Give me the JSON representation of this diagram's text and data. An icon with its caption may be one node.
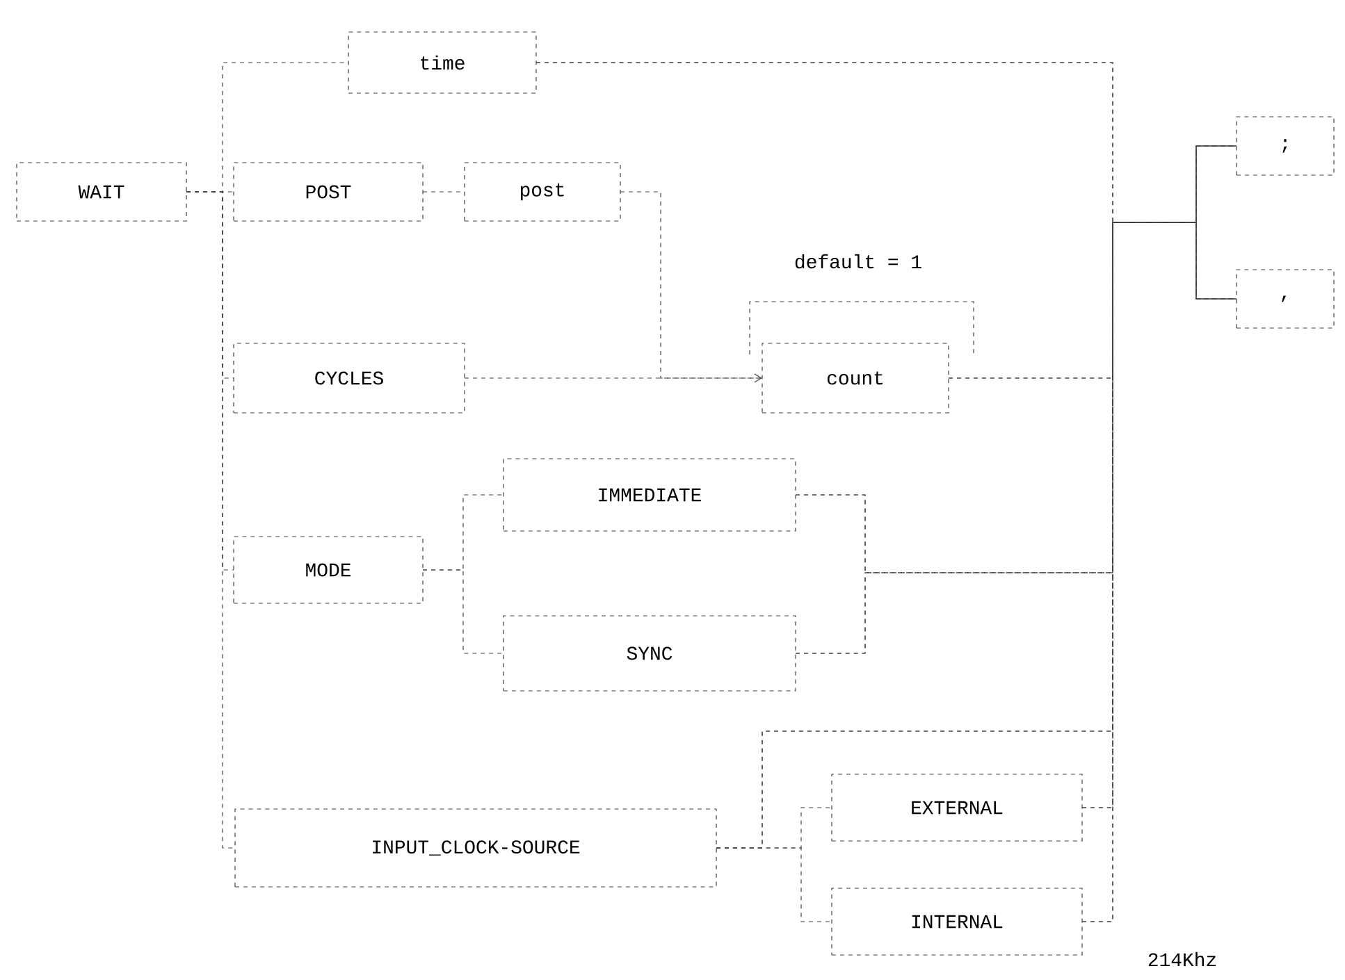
{
  "diagram": {
    "nodes": [
      {
        "text": [
          "WAIT"
        ]
      },
      {
        "text": [
          "time"
        ]
      },
      {
        "text": [
          "POST"
        ]
      },
      {
        "text": [
          "post"
        ]
      },
      {
        "text": [
          "CYCLES"
        ]
      },
      {
        "text": [
          "count"
        ],
        "beside": [
          "default = 1"
        ]
      },
      {
        "text": [
          "MODE"
        ]
      },
      {
        "text": [
          "IMMEDIATE"
        ]
      },
      {
        "text": [
          "SYNC"
        ]
      },
      {
        "text": [
          "INPUT_CLOCK-SOURCE"
        ]
      },
      {
        "text": [
          "EXTERNAL"
        ]
      },
      {
        "text": [
          "INTERNAL"
        ],
        "beside": [
          "214Khz"
        ]
      },
      {
        "text": [
          ";"
        ]
      },
      {
        "text": [
          ","
        ]
      }
    ],
    "edges": [
      {
        "from": 0,
        "to": 1,
        "arrow": "none"
      },
      {
        "from": 0,
        "to": 2,
        "arrow": "none"
      },
      {
        "from": 0,
        "to": 4,
        "arrow": "none"
      },
      {
        "from": 0,
        "to": 6,
        "arrow": "none"
      },
      {
        "from": 0,
        "to": 9,
        "arrow": "none"
      },
      {
        "from": 2,
        "to": 3,
        "arrow": "none"
      },
      {
        "from": 3,
        "to": 5,
        "arrow": "to"
      },
      {
        "from": 4,
        "to": 5,
        "arrow": "none"
      },
      {
        "from": 6,
        "to": 7,
        "arrow": "none"
      },
      {
        "from": 6,
        "to": 8,
        "arrow": "none"
      },
      {
        "from": 9,
        "to": 10,
        "arrow": "none"
      },
      {
        "from": 9,
        "to": 11,
        "arrow": "none"
      },
      {
        "from": 1,
        "to": 12,
        "arrow": "none"
      },
      {
        "from": 1,
        "to": 13,
        "arrow": "none"
      },
      {
        "from": 5,
        "to": 12,
        "arrow": "none"
      },
      {
        "from": 5,
        "to": 13,
        "arrow": "none"
      },
      {
        "from": 7,
        "to": 12,
        "arrow": "none"
      },
      {
        "from": 7,
        "to": 13,
        "arrow": "none"
      },
      {
        "from": 8,
        "to": 12,
        "arrow": "none"
      },
      {
        "from": 8,
        "to": 13,
        "arrow": "none"
      },
      {
        "from": 9,
        "to": 12,
        "arrow": "none"
      },
      {
        "from": 9,
        "to": 13,
        "arrow": "none"
      },
      {
        "from": 10,
        "to": 12,
        "arrow": "none"
      },
      {
        "from": 10,
        "to": 13,
        "arrow": "none"
      },
      {
        "from": 11,
        "to": 12,
        "arrow": "none"
      },
      {
        "from": 11,
        "to": 13,
        "arrow": "none"
      }
    ]
  }
}
